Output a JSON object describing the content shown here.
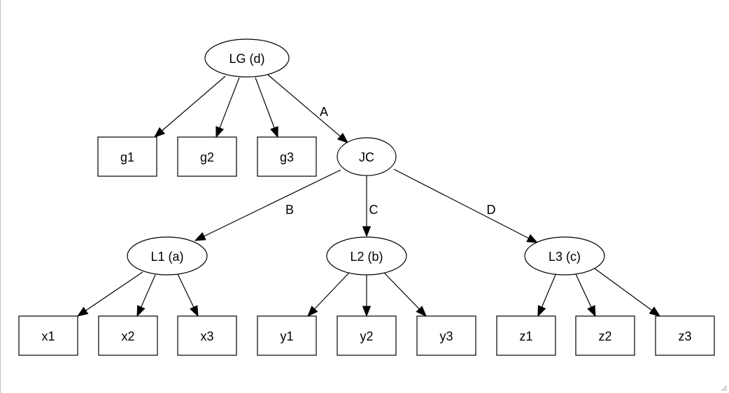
{
  "diagram": {
    "nodes": [
      {
        "id": "LG",
        "label": "LG (d)",
        "shape": "ellipse"
      },
      {
        "id": "g1",
        "label": "g1",
        "shape": "box"
      },
      {
        "id": "g2",
        "label": "g2",
        "shape": "box"
      },
      {
        "id": "g3",
        "label": "g3",
        "shape": "box"
      },
      {
        "id": "JC",
        "label": "JC",
        "shape": "ellipse"
      },
      {
        "id": "L1",
        "label": "L1 (a)",
        "shape": "ellipse"
      },
      {
        "id": "L2",
        "label": "L2 (b)",
        "shape": "ellipse"
      },
      {
        "id": "L3",
        "label": "L3 (c)",
        "shape": "ellipse"
      },
      {
        "id": "x1",
        "label": "x1",
        "shape": "box"
      },
      {
        "id": "x2",
        "label": "x2",
        "shape": "box"
      },
      {
        "id": "x3",
        "label": "x3",
        "shape": "box"
      },
      {
        "id": "y1",
        "label": "y1",
        "shape": "box"
      },
      {
        "id": "y2",
        "label": "y2",
        "shape": "box"
      },
      {
        "id": "y3",
        "label": "y3",
        "shape": "box"
      },
      {
        "id": "z1",
        "label": "z1",
        "shape": "box"
      },
      {
        "id": "z2",
        "label": "z2",
        "shape": "box"
      },
      {
        "id": "z3",
        "label": "z3",
        "shape": "box"
      }
    ],
    "edges": [
      {
        "from": "LG",
        "to": "g1",
        "label": ""
      },
      {
        "from": "LG",
        "to": "g2",
        "label": ""
      },
      {
        "from": "LG",
        "to": "g3",
        "label": ""
      },
      {
        "from": "LG",
        "to": "JC",
        "label": "A"
      },
      {
        "from": "JC",
        "to": "L1",
        "label": "B"
      },
      {
        "from": "JC",
        "to": "L2",
        "label": "C"
      },
      {
        "from": "JC",
        "to": "L3",
        "label": "D"
      },
      {
        "from": "L1",
        "to": "x1",
        "label": ""
      },
      {
        "from": "L1",
        "to": "x2",
        "label": ""
      },
      {
        "from": "L1",
        "to": "x3",
        "label": ""
      },
      {
        "from": "L2",
        "to": "y1",
        "label": ""
      },
      {
        "from": "L2",
        "to": "y2",
        "label": ""
      },
      {
        "from": "L2",
        "to": "y3",
        "label": ""
      },
      {
        "from": "L3",
        "to": "z1",
        "label": ""
      },
      {
        "from": "L3",
        "to": "z2",
        "label": ""
      },
      {
        "from": "L3",
        "to": "z3",
        "label": ""
      }
    ]
  }
}
